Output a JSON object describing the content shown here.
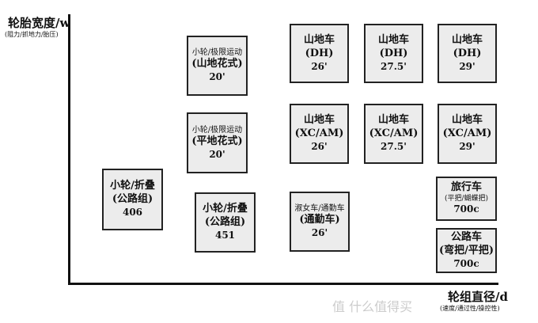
{
  "y_axis": {
    "label": "轮胎宽度/w",
    "sublabel": "(阻力/抓地力/胎压)"
  },
  "x_axis": {
    "label": "轮组直径/d",
    "sublabel": "(速度/通过性/操控性)"
  },
  "boxes": [
    {
      "id": "bmx-dirt",
      "l1": "小轮/极限运动",
      "l2": "(山地花式)",
      "l3": "20'"
    },
    {
      "id": "bmx-flat",
      "l1": "小轮/极限运动",
      "l2": "(平地花式)",
      "l3": "20'"
    },
    {
      "id": "folding-406",
      "l1": "小轮/折叠",
      "l2": "(公路组)",
      "l3": "406"
    },
    {
      "id": "folding-451",
      "l1": "小轮/折叠",
      "l2": "(公路组)",
      "l3": "451"
    },
    {
      "id": "mtb-dh-26",
      "l1": "山地车",
      "l2": "(DH)",
      "l3": "26'"
    },
    {
      "id": "mtb-dh-275",
      "l1": "山地车",
      "l2": "(DH)",
      "l3": "27.5'"
    },
    {
      "id": "mtb-dh-29",
      "l1": "山地车",
      "l2": "(DH)",
      "l3": "29'"
    },
    {
      "id": "mtb-xc-26",
      "l1": "山地车",
      "l2": "(XC/AM)",
      "l3": "26'"
    },
    {
      "id": "mtb-xc-275",
      "l1": "山地车",
      "l2": "(XC/AM)",
      "l3": "27.5'"
    },
    {
      "id": "mtb-xc-29",
      "l1": "山地车",
      "l2": "(XC/AM)",
      "l3": "29'"
    },
    {
      "id": "city",
      "l1": "淑女车/通勤车",
      "l2": "(通勤车)",
      "l3": "26'"
    },
    {
      "id": "touring",
      "l1": "旅行车",
      "l2": "(平把/蝴蝶把)",
      "l3": "700c"
    },
    {
      "id": "road",
      "l1": "公路车",
      "l2": "(弯把/平把)",
      "l3": "700c"
    }
  ],
  "watermark": "值 什么值得买"
}
